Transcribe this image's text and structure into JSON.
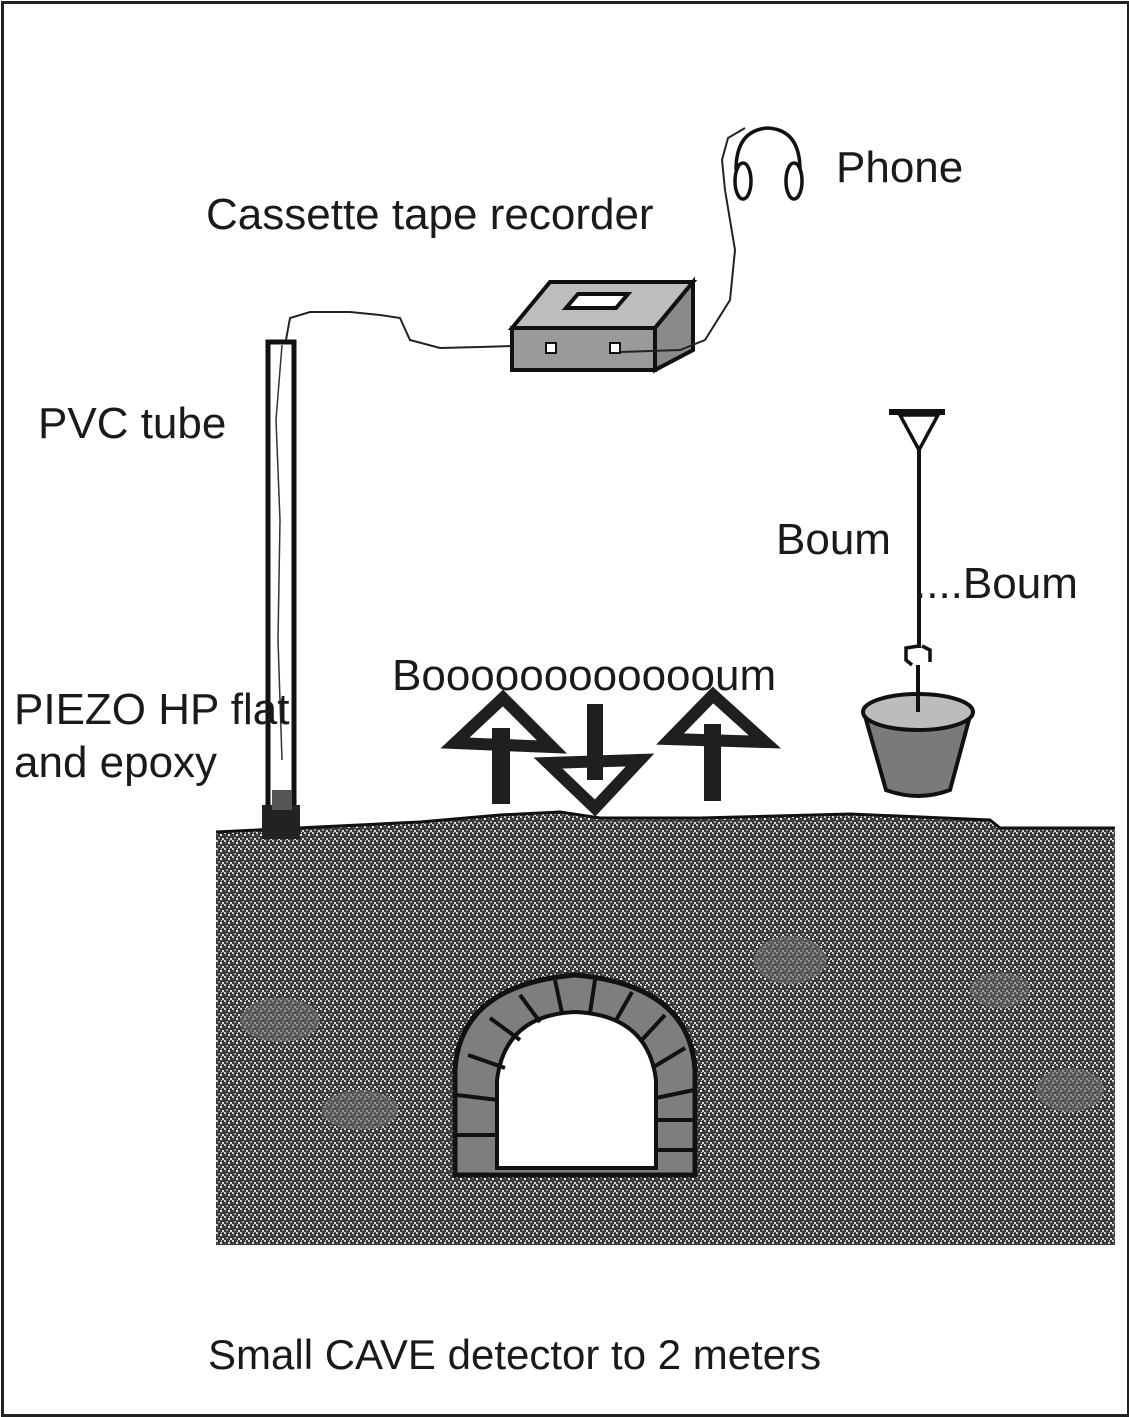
{
  "diagram": {
    "caption": "Small CAVE detector to 2 meters",
    "labels": {
      "phone": "Phone",
      "recorder": "Cassette tape recorder",
      "pvc_tube": "PVC tube",
      "piezo_line1": "PIEZO HP flat",
      "piezo_line2": "and epoxy",
      "boom": "Booooooooooooum",
      "boum1": "Boum",
      "boum2": "....Boum"
    },
    "components": [
      "headphones",
      "cassette-recorder",
      "pvc-tube",
      "piezo-sensor",
      "pulley-weight",
      "bucket",
      "ground",
      "cave-arch"
    ],
    "arrows": [
      "up",
      "down",
      "up"
    ],
    "colors": {
      "line": "#1a1a1a",
      "ground": "#555555",
      "stone": "#808080",
      "bucket": "#7a7a7a",
      "recorder": "#9a9a9a"
    }
  }
}
